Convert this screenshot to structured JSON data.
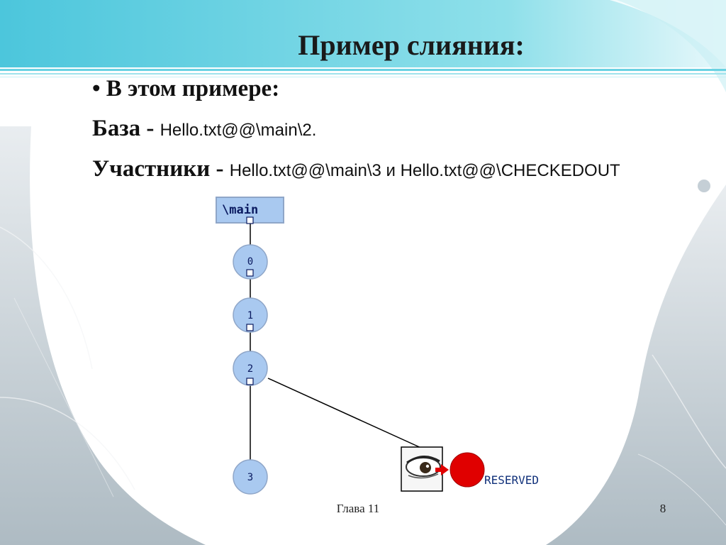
{
  "slide": {
    "title": "Пример слияния:",
    "bullet": "• В этом примере:",
    "base_label": "База - ",
    "base_value": "Hello.txt@@\\main\\2.",
    "participants_label": "Участники - ",
    "participants_value": "Hello.txt@@\\main\\3 и Hello.txt@@\\CHECKEDOUT"
  },
  "tree": {
    "branch": "\\main",
    "versions": [
      "0",
      "1",
      "2",
      "3"
    ],
    "checkout_status": "RESERVED"
  },
  "footer": {
    "chapter": "Глава 11",
    "page": "8"
  },
  "colors": {
    "teal_accent": "#5ccfe0",
    "node_fill": "#a9c9f0",
    "node_stroke": "#8fa6c8",
    "checkout_red": "#e00000"
  }
}
